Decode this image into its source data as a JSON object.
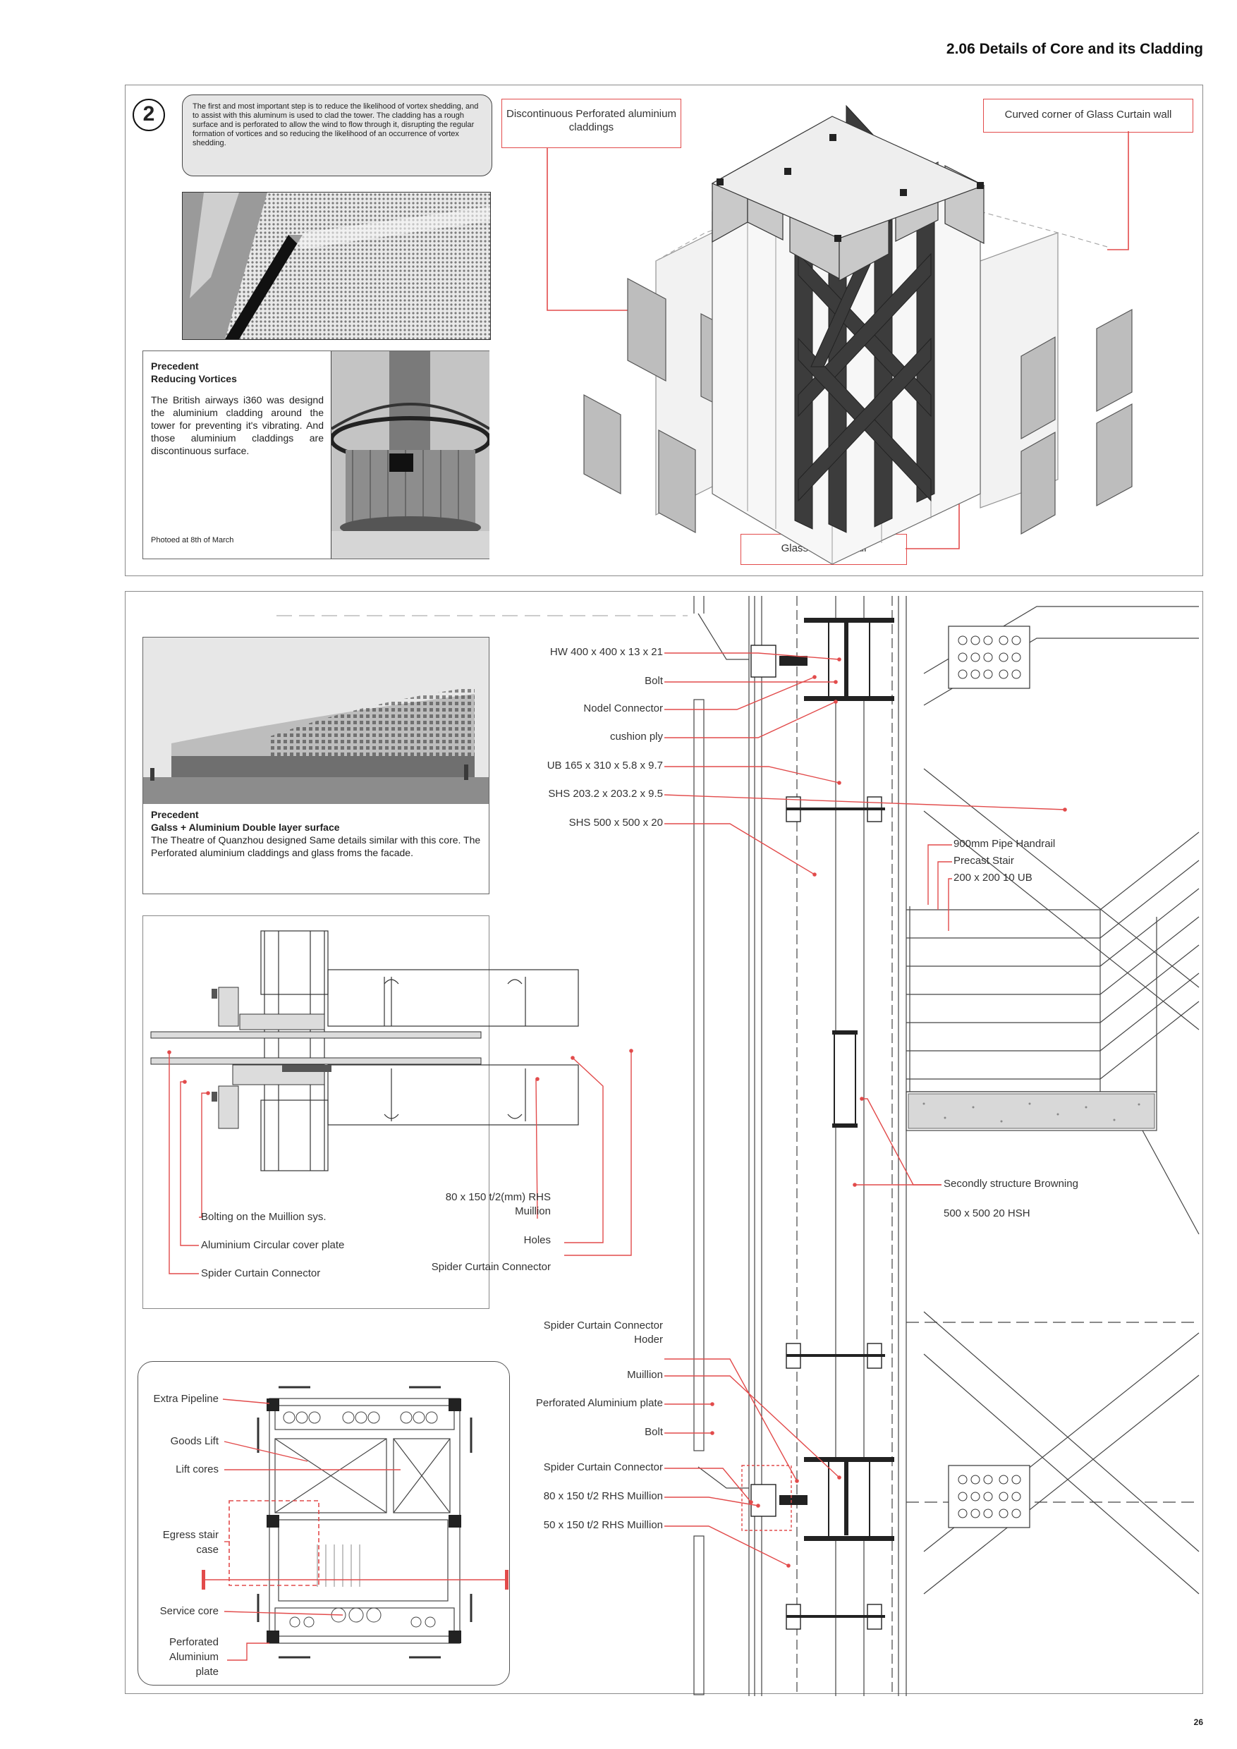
{
  "page": {
    "title": "2.06 Details of Core and its Cladding",
    "page_number": "26"
  },
  "top_panel": {
    "step_number": "2",
    "note": "The first and most important step is to reduce the likelihood of vortex shedding, and to assist with this aluminum is used to clad the tower. The cladding has a rough surface and is perforated to allow the wind to flow through it, disrupting the regular formation of vortices and so reducing the likelihood of an occurrence of vortex shedding.",
    "precedent": {
      "heading1": "Precedent",
      "heading2": "Reducing Vortices",
      "body": "The British airways i360 was designd the aluminium cladding around the tower for preventing it's vibrating. And those aluminium claddings are discontinuous surface.",
      "photo_note": "Photoed at 8th of March"
    },
    "callouts": {
      "discontinuous": "Discontinuous Perforated aluminium claddings",
      "curved_corner": "Curved corner  of Glass Curtain wall",
      "glass_curtain": "Glass Curtain wall"
    }
  },
  "bottom_panel": {
    "precedent2": {
      "heading1": "Precedent",
      "heading2": "Galss + Aluminium Double layer surface",
      "body": "The Theatre of Quanzhou designed Same details similar with this core. The Perforated aluminium claddings and glass froms the facade."
    },
    "mullion_labels": {
      "bolting": "Bolting on the Muillion sys.",
      "cover_plate": "Aluminium Circular cover plate",
      "spider_left": "Spider Curtain Connector",
      "rhs": "80 x 150 t/2(mm) RHS Muillion",
      "holes": "Holes",
      "spider_right": "Spider Curtain Connector"
    },
    "plan_labels": {
      "extra_pipeline": "Extra Pipeline",
      "goods_lift": "Goods Lift",
      "lift_cores": "Lift cores",
      "egress_stair": "Egress stair case",
      "service_core": "Service core",
      "perforated_plate": "Perforated Aluminium plate"
    },
    "section_labels_top": [
      "HW 400 x 400 x 13 x 21",
      "Bolt",
      "Nodel Connector",
      "cushion ply",
      "UB 165 x 310 x 5.8 x 9.7",
      "SHS 203.2 x 203.2 x 9.5",
      "SHS 500 x 500 x 20"
    ],
    "section_labels_bottom": [
      "Spider Curtain Connector Hoder",
      "Muillion",
      "Perforated Aluminium plate",
      "Bolt",
      "Spider Curtain Connector",
      "80 x 150 t/2 RHS  Muillion",
      "50 x 150 t/2 RHS  Muillion"
    ],
    "stair_labels": {
      "handrail": "900mm Pipe Handrail",
      "precast": "Precast Stair",
      "ub": "200 x 200 10 UB",
      "secondary": "Secondly structure Browning",
      "hsh": "500 x 500 20 HSH"
    }
  },
  "colors": {
    "accent_red": "#e24b4b",
    "steel_dark": "#3c3c3c",
    "panel_grey": "#bdbdbd"
  }
}
